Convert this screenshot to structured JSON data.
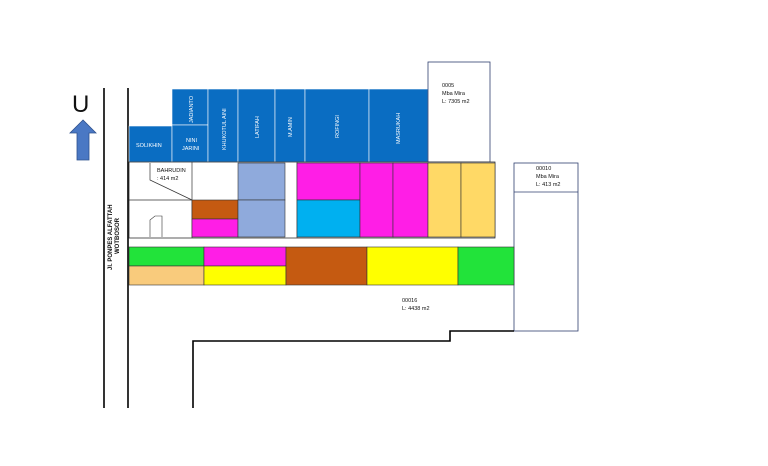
{
  "north": {
    "letter": "U"
  },
  "road": {
    "line1": "Jl. PONPES ALFATTAH",
    "line2": "WOTBOSOR"
  },
  "parcels": {
    "solikhin": {
      "name": "SOLIKHIN"
    },
    "jadianto": {
      "name": "JADIANTO"
    },
    "nini_jarini": {
      "line1": "NINI",
      "line2": "JARINI"
    },
    "khukotul_aini": {
      "name": "KHUKOTUL AINI"
    },
    "latifah": {
      "name": "LATIFAH"
    },
    "m_amin": {
      "name": "M.AMIN"
    },
    "rofingi": {
      "name": "ROFINGI"
    },
    "masrukah": {
      "name": "MASRUKAH"
    },
    "p0005": {
      "id": "0005",
      "owner": "Mba Mira",
      "area": "L: 7305 m2"
    },
    "p00010": {
      "id": "00010",
      "owner": "Mba Mira",
      "area": "L: 413 m2"
    },
    "bahrudin": {
      "name": "BAHRUDIN",
      "area": ": 414 m2"
    },
    "p00016": {
      "id": "00016",
      "area": "L: 4438 m2"
    }
  },
  "colors": {
    "blue": "#0a6dc2",
    "lightblue": "#8faadc",
    "cyan": "#00b0f0",
    "magenta": "#ff1ee6",
    "peach": "#ffd966",
    "brown": "#c55a11",
    "green": "#22e33a",
    "yellow": "#ffff00",
    "lightorange": "#f9cb7c",
    "arrow": "#4a78c4"
  }
}
